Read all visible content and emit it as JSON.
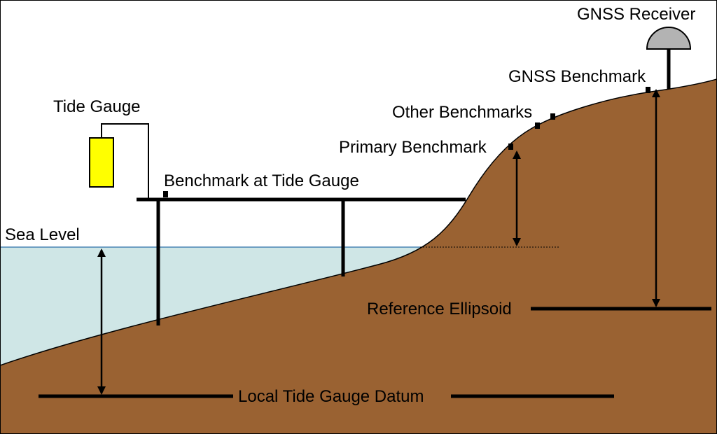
{
  "labels": {
    "gnss_receiver": "GNSS Receiver",
    "gnss_benchmark": "GNSS Benchmark",
    "other_benchmarks": "Other Benchmarks",
    "primary_benchmark": "Primary Benchmark",
    "tide_gauge": "Tide Gauge",
    "benchmark_at_tide_gauge": "Benchmark at Tide Gauge",
    "sea_level": "Sea Level",
    "reference_ellipsoid": "Reference Ellipsoid",
    "local_tide_gauge_datum": "Local Tide Gauge Datum"
  },
  "colors": {
    "ground": "#9a6232",
    "water": "#cfe6e6",
    "sea_line": "#2a6fa8",
    "tide_gauge": "#ffff00",
    "receiver_dome": "#b3b3b3",
    "structure": "#000000"
  },
  "icons": {
    "receiver": "gnss-receiver-dome-icon",
    "gauge": "tide-gauge-icon"
  }
}
